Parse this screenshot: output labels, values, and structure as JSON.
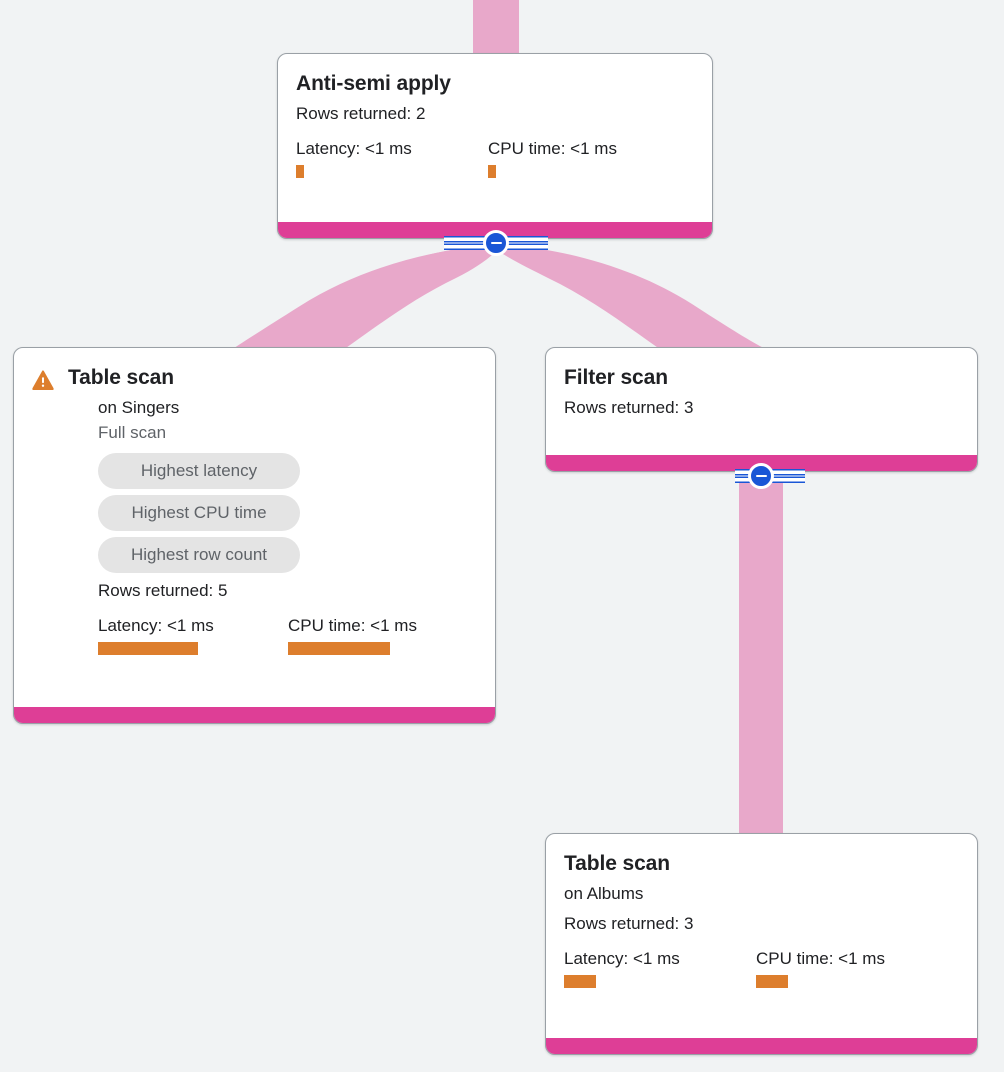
{
  "canvas": {
    "background_color": "#f1f3f4",
    "edge_color": "#e8a8ca",
    "footer_color": "#de3e96",
    "accent_orange": "#dd7e2d",
    "toggle_color": "#1a56d6",
    "chip_bg_color": "#e4e4e4"
  },
  "nodes": {
    "anti_semi_apply": {
      "title": "Anti-semi apply",
      "rows_returned": "Rows returned: 2",
      "latency_label": "Latency: <1 ms",
      "cpu_label": "CPU time: <1 ms",
      "latency_bar_width": 8,
      "cpu_bar_width": 8
    },
    "table_scan_singers": {
      "title": "Table scan",
      "warning_icon": "warning-triangle-icon",
      "on_table": "on Singers",
      "scan_type": "Full scan",
      "chips": [
        "Highest latency",
        "Highest CPU time",
        "Highest row count"
      ],
      "rows_returned": "Rows returned: 5",
      "latency_label": "Latency: <1 ms",
      "cpu_label": "CPU time: <1 ms",
      "latency_bar_width": 100,
      "cpu_bar_width": 102
    },
    "filter_scan": {
      "title": "Filter scan",
      "rows_returned": "Rows returned: 3"
    },
    "table_scan_albums": {
      "title": "Table scan",
      "on_table": "on Albums",
      "rows_returned": "Rows returned: 3",
      "latency_label": "Latency: <1 ms",
      "cpu_label": "CPU time: <1 ms",
      "latency_bar_width": 32,
      "cpu_bar_width": 32
    }
  },
  "toggles": {
    "anti_semi_apply_collapse": "collapse-toggle-minus-icon",
    "filter_scan_collapse": "collapse-toggle-minus-icon"
  }
}
